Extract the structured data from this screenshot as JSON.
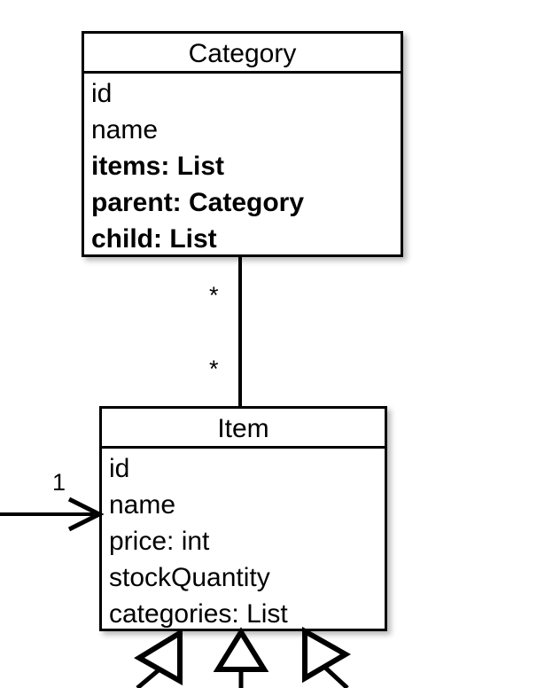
{
  "diagram": {
    "type": "uml-class-diagram",
    "background_color": "#ffffff",
    "line_color": "#000000",
    "classes": [
      {
        "name": "Category",
        "attributes": [
          {
            "text": "id",
            "bold": false
          },
          {
            "text": "name",
            "bold": false
          },
          {
            "text": "items: List",
            "bold": true
          },
          {
            "text": "parent: Category",
            "bold": true
          },
          {
            "text": "child: List",
            "bold": true
          }
        ]
      },
      {
        "name": "Item",
        "attributes": [
          {
            "text": "id",
            "bold": false
          },
          {
            "text": "name",
            "bold": false
          },
          {
            "text": "price: int",
            "bold": false
          },
          {
            "text": "stockQuantity",
            "bold": false
          },
          {
            "text": "categories: List",
            "bold": false
          }
        ]
      }
    ],
    "connectors": {
      "category_item_association": {
        "multiplicity_near_category": "*",
        "multiplicity_near_item": "*"
      },
      "incoming_left_arrow": {
        "multiplicity": "1"
      },
      "inheritance_triangles": [
        {
          "id": "left-triangle",
          "direction": "left"
        },
        {
          "id": "middle-triangle",
          "direction": "up"
        },
        {
          "id": "right-triangle",
          "direction": "right"
        }
      ]
    }
  }
}
